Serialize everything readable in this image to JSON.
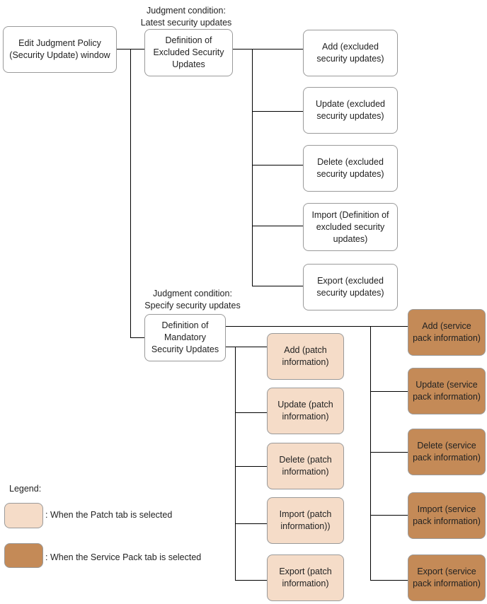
{
  "root": "Edit Judgment Policy\n(Security Update) window",
  "cond_latest": "Judgment condition:\nLatest security updates",
  "cond_specify": "Judgment condition:\nSpecify security updates",
  "excluded": {
    "title": "Definition of\nExcluded Security\nUpdates",
    "children": [
      "Add (excluded\nsecurity updates)",
      "Update (excluded\nsecurity updates)",
      "Delete (excluded\nsecurity updates)",
      "Import (Definition of\nexcluded security\nupdates)",
      "Export (excluded\nsecurity updates)"
    ]
  },
  "mandatory": {
    "title": "Definition of\nMandatory\nSecurity Updates",
    "patch": [
      "Add (patch\ninformation)",
      "Update (patch\ninformation)",
      "Delete (patch\ninformation)",
      "Import (patch\ninformation))",
      "Export (patch\ninformation)"
    ],
    "service_pack": [
      "Add (service\npack information)",
      "Update (service\npack information)",
      "Delete (service\npack information)",
      "Import (service\npack information)",
      "Export (service\npack information)"
    ]
  },
  "legend": {
    "title": "Legend:",
    "patch": ": When the Patch tab is selected",
    "service_pack": ": When the Service Pack tab is selected"
  },
  "colors": {
    "patch": "#f5dcc8",
    "service_pack": "#c48a57",
    "line": "#000000",
    "border": "#9a9a9a"
  }
}
